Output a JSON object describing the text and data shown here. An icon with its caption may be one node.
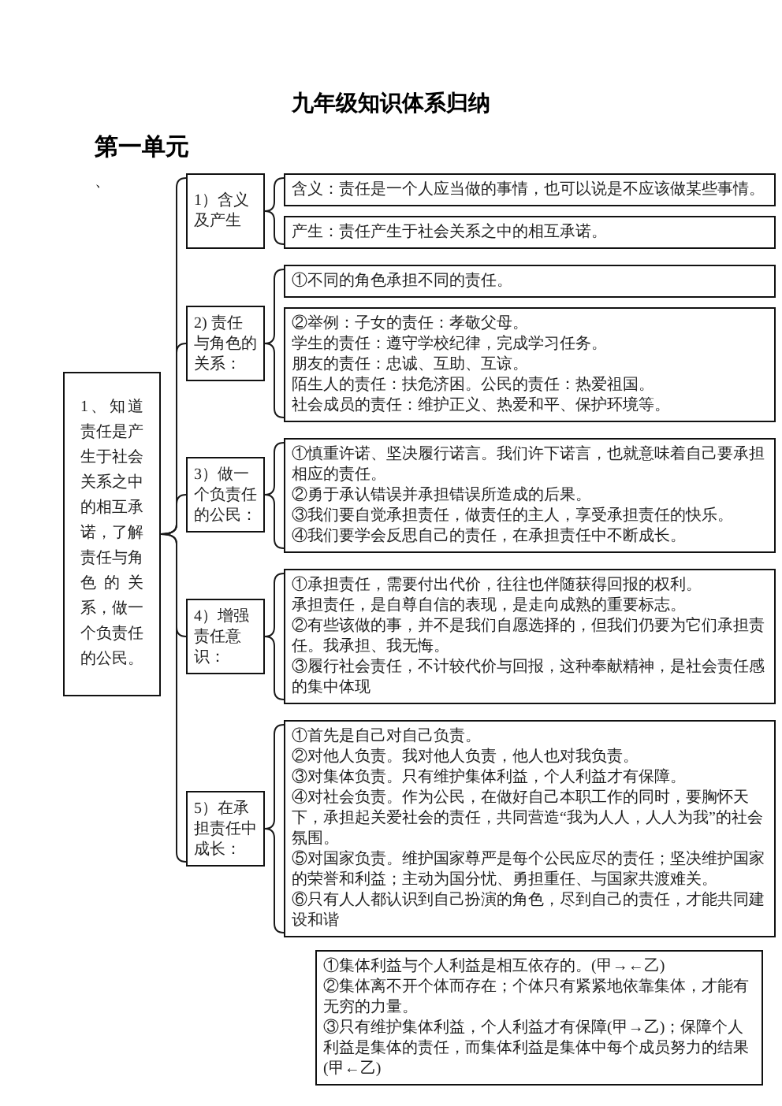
{
  "diagram": {
    "title": "九年级知识体系归纳",
    "nodes": [
      {
        "text": [
          "1、知道责任是产生于社会关系之中的相互承诺，了解责任与角色的关系，做一个负责任的公民。"
        ]
      },
      {
        "text": [
          "1）含义及产生"
        ]
      },
      {
        "text": [
          "含义：责任是一个人应当做的事情，也可以说是不应该做某些事情。"
        ]
      },
      {
        "text": [
          "产生：责任产生于社会关系之中的相互承诺。"
        ]
      },
      {
        "text": [
          "2) 责任与角色的关系："
        ]
      },
      {
        "text": [
          "①不同的角色承担不同的责任。"
        ]
      },
      {
        "text": [
          "②举例：子女的责任：孝敬父母。",
          "学生的责任：遵守学校纪律，完成学习任务。",
          "朋友的责任：忠诚、互助、互谅。",
          "陌生人的责任：扶危济困。公民的责任：热爱祖国。",
          "社会成员的责任：维护正义、热爱和平、保护环境等。"
        ]
      },
      {
        "text": [
          "3）做一个负责任的公民："
        ]
      },
      {
        "text": [
          "①慎重许诺、坚决履行诺言。我们许下诺言，也就意味着自己要承担相应的责任。",
          "②勇于承认错误并承担错误所造成的后果。",
          "③我们要自觉承担责任，做责任的主人，享受承担责任的快乐。",
          "④我们要学会反思自己的责任，在承担责任中不断成长。"
        ]
      },
      {
        "text": [
          "4）增强责任意识："
        ]
      },
      {
        "text": [
          "①承担责任，需要付出代价，往往也伴随获得回报的权利。",
          "承担责任，是自尊自信的表现，是走向成熟的重要标志。",
          "②有些该做的事，并不是我们自愿选择的，但我们仍要为它们承担责任。我承担、我无悔。",
          "③履行社会责任，不计较代价与回报，这种奉献精神，是社会责任感的集中体现"
        ]
      },
      {
        "text": [
          "5）在承担责任中成长："
        ]
      },
      {
        "text": [
          "①首先是自己对自己负责。",
          "②对他人负责。我对他人负责，他人也对我负责。",
          "③对集体负责。只有维护集体利益，个人利益才有保障。",
          "④对社会负责。作为公民，在做好自己本职工作的同时，要胸怀天下，承担起关爱社会的责任，共同营造“我为人人，人人为我”的社会氛围。",
          "⑤对国家负责。维护国家尊严是每个公民应尽的责任；坚决维护国家的荣誉和利益；主动为国分忧、勇担重任、与国家共渡难关。",
          "⑥只有人人都认识到自己扮演的角色，尽到自己的责任，才能共同建设和谐"
        ]
      },
      {
        "text": [
          "①集体利益与个人利益是相互依存的。(甲→←乙)",
          "②集体离不开个体而存在；个体只有紧紧地依靠集体，才能有无穷的力量。",
          "③只有维护集体利益，个人利益才有保障(甲→乙)；保障个人利益是集体的责任，而集体利益是集体中每个成员努力的结果(甲←乙)"
        ]
      }
    ],
    "edges": [
      {
        "from": 0,
        "to": 1,
        "arrow": "none"
      },
      {
        "from": 0,
        "to": 4,
        "arrow": "none"
      },
      {
        "from": 0,
        "to": 7,
        "arrow": "none"
      },
      {
        "from": 0,
        "to": 9,
        "arrow": "none"
      },
      {
        "from": 0,
        "to": 11,
        "arrow": "none"
      },
      {
        "from": 1,
        "to": 2,
        "arrow": "none"
      },
      {
        "from": 1,
        "to": 3,
        "arrow": "none"
      },
      {
        "from": 4,
        "to": 5,
        "arrow": "none"
      },
      {
        "from": 4,
        "to": 6,
        "arrow": "none"
      },
      {
        "from": 7,
        "to": 8,
        "arrow": "none"
      },
      {
        "from": 9,
        "to": 10,
        "arrow": "none"
      },
      {
        "from": 11,
        "to": 12,
        "arrow": "none"
      }
    ],
    "labels": [
      "第一单元",
      "、"
    ]
  }
}
